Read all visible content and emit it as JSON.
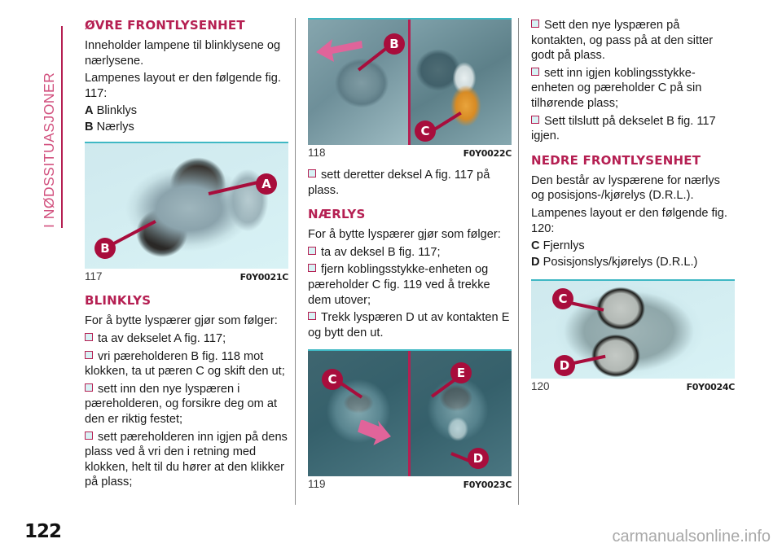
{
  "chapter_tab": {
    "label": "I NØDSSITUASJONER"
  },
  "page_number": "122",
  "watermark": "carmanualsonline.info",
  "col1": {
    "section_title": "ØVRE FRONTLYSENHET",
    "p1": "Inneholder lampene til blinklysene og nærlysene.",
    "p2": "Lampenes layout er den følgende fig. 117:",
    "legend_a_key": "A",
    "legend_a_val": "Blinklys",
    "legend_b_key": "B",
    "legend_b_val": "Nærlys",
    "figure": {
      "number": "117",
      "code": "F0Y0021C",
      "callouts": [
        "A",
        "B"
      ]
    },
    "section_title_2": "BLINKLYS",
    "p3": "For å bytte lyspærer gjør som følger:",
    "b1": "ta av dekselet A fig. 117;",
    "b2": "vri pæreholderen B fig. 118 mot klokken, ta ut pæren C og skift den ut;",
    "b3": "sett inn den nye lyspæren i pæreholderen, og forsikre deg om at den er riktig festet;",
    "b4": "sett pæreholderen inn igjen på dens plass ved å vri den i retning med klokken, helt til du hører at den klikker på plass;"
  },
  "col2": {
    "figure_118": {
      "number": "118",
      "code": "F0Y0022C",
      "callouts": [
        "B",
        "C"
      ]
    },
    "b1": "sett deretter deksel A fig. 117 på plass.",
    "section_title": "NÆRLYS",
    "p1": "For å bytte lyspærer gjør som følger:",
    "b2": "ta av deksel B fig. 117;",
    "b3": "fjern koblingsstykke-enheten og pæreholder C fig. 119 ved å trekke dem utover;",
    "b4": "Trekk lyspæren D ut av kontakten E og bytt den ut.",
    "figure_119": {
      "number": "119",
      "code": "F0Y0023C",
      "callouts": [
        "C",
        "E",
        "D"
      ]
    }
  },
  "col3": {
    "b1": "Sett den nye lyspæren på kontakten, og pass på at den sitter godt på plass.",
    "b2": "sett inn igjen koblingsstykke-enheten og pæreholder C på sin tilhørende plass;",
    "b3": "Sett tilslutt på dekselet B fig. 117 igjen.",
    "section_title": "NEDRE FRONTLYSENHET",
    "p1": "Den består av lyspærene for nærlys og posisjons-/kjørelys (D.R.L.).",
    "p2": "Lampenes layout er den følgende fig. 120:",
    "legend_c_key": "C",
    "legend_c_val": "Fjernlys",
    "legend_d_key": "D",
    "legend_d_val": "Posisjonslys/kjørelys (D.R.L.)",
    "figure_120": {
      "number": "120",
      "code": "F0Y0024C",
      "callouts": [
        "C",
        "D"
      ]
    }
  },
  "colors": {
    "accent_crimson": "#b51f52",
    "callout_red": "#a80d3c",
    "tab_pink": "#d2527f",
    "fig_rule_teal": "#3fb8c4",
    "photo_bg": "#d8f2f5"
  }
}
